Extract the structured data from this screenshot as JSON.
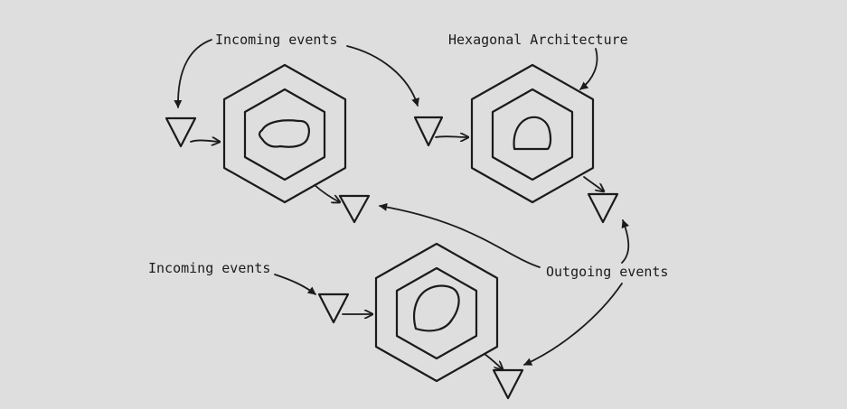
{
  "labels": {
    "incoming_top": "Incoming events",
    "architecture": "Hexagonal Architecture",
    "incoming_bottom": "Incoming events",
    "outgoing": "Outgoing events"
  },
  "colors": {
    "background": "#dedede",
    "ink": "#1b1b1b"
  },
  "icons": {
    "port": "downward-triangle-icon",
    "hexagon": "nested-hexagon-icon",
    "core": "domain-blob-icon"
  }
}
